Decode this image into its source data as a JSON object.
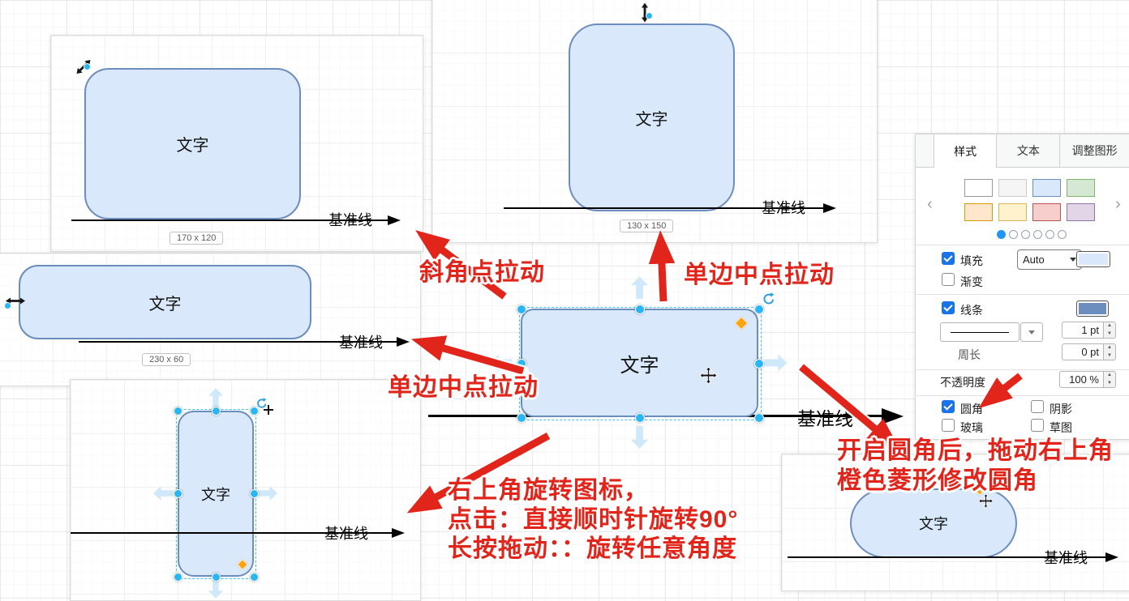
{
  "labels": {
    "shape_text": "文字",
    "baseline_label": "基准线"
  },
  "size_chips": {
    "top_left": "170 x 120",
    "top_middle": "130 x 150",
    "mid_left": "230 x 60"
  },
  "annotations": {
    "corner_drag": "斜角点拉动",
    "top_edge_mid_drag": "单边中点拉动",
    "left_edge_mid_drag": "单边中点拉动",
    "rotate_line1": "右上角旋转图标，",
    "rotate_line2": "点击：直接顺时针旋转90°",
    "rotate_line3": "长按拖动：：旋转任意角度",
    "rounded_corner_line1": "开启圆角后，拖动右上角",
    "rounded_corner_line2": "橙色菱形修改圆角"
  },
  "format_panel": {
    "tabs": [
      {
        "label": "样式",
        "active": true
      },
      {
        "label": "文本",
        "active": false
      },
      {
        "label": "调整图形",
        "active": false
      }
    ],
    "swatches": [
      {
        "fill": "#ffffff",
        "border": "#999999"
      },
      {
        "fill": "#f5f5f5",
        "border": "#cccccc"
      },
      {
        "fill": "#dae8fc",
        "border": "#6c8ebf"
      },
      {
        "fill": "#d5e8d4",
        "border": "#82b366"
      },
      {
        "fill": "#ffe6cc",
        "border": "#d79b00"
      },
      {
        "fill": "#fff2cc",
        "border": "#d6b656"
      },
      {
        "fill": "#f8cecc",
        "border": "#b85450"
      },
      {
        "fill": "#e1d5e7",
        "border": "#9673a6"
      }
    ],
    "page_dots": {
      "count": 6,
      "active_index": 0
    },
    "fill_section": {
      "label": "填充",
      "checked": true,
      "mode_value": "Auto",
      "color": "#dae8fc"
    },
    "gradient": {
      "label": "渐变",
      "checked": false
    },
    "line_section": {
      "label": "线条",
      "checked": true,
      "color": "#6c8ebf",
      "width_value": "1 pt"
    },
    "perimeter": {
      "label": "周长",
      "value": "0 pt"
    },
    "opacity": {
      "label": "不透明度",
      "value": "100 %"
    },
    "toggles": {
      "rounded": {
        "label": "圆角",
        "checked": true
      },
      "shadow": {
        "label": "阴影",
        "checked": false
      },
      "glass": {
        "label": "玻璃",
        "checked": false
      },
      "sketch": {
        "label": "草图",
        "checked": false
      }
    }
  },
  "colors": {
    "shape_fill": "#dae8fc",
    "shape_stroke": "#6c8ebf",
    "accent_red": "#e2251b",
    "handle_blue": "#29b6f2",
    "diamond_orange": "#ffa313"
  }
}
